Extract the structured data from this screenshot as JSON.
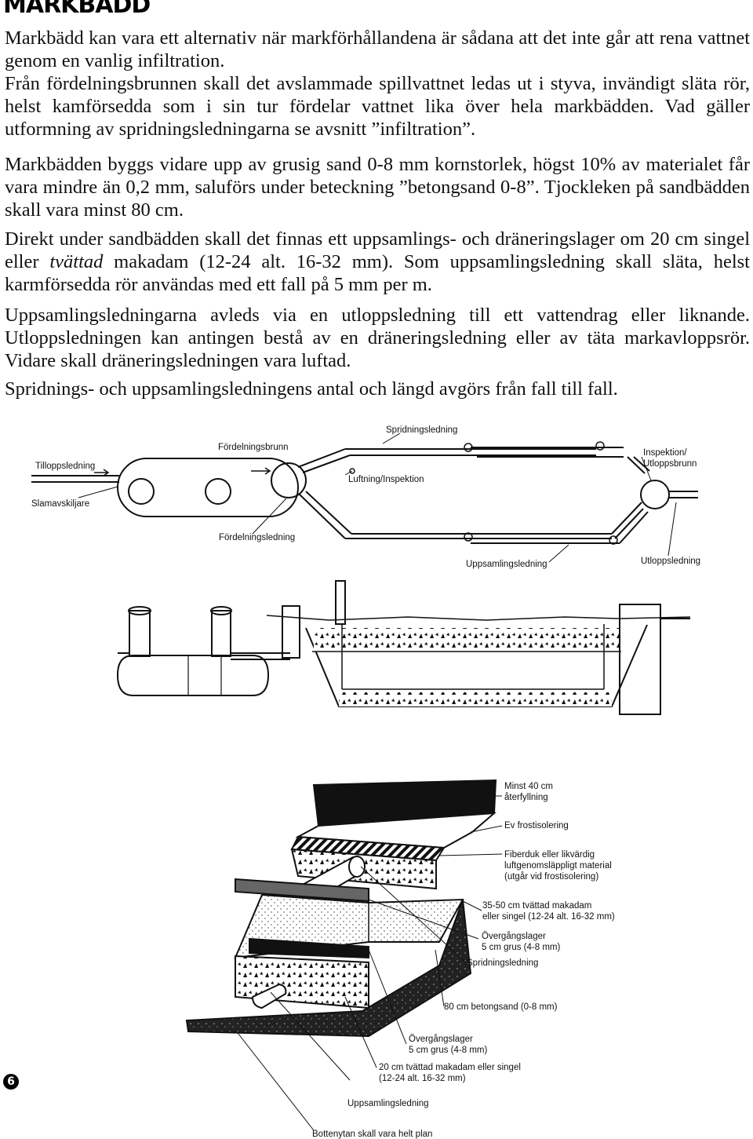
{
  "heading": "MARKBÄDD",
  "paragraphs": {
    "p1": "Markbädd kan vara ett alternativ när markförhållandena är sådana att det inte går att rena vattnet genom en vanlig infiltration.",
    "p2": "Från fördelningsbrunnen skall det avslammade spillvattnet ledas ut i styva, invändigt släta rör, helst kamförsedda som i sin tur fördelar vattnet lika över hela markbädden. Vad gäller utformning av spridningsledningarna se avsnitt ”infiltration”.",
    "p3": "Markbädden byggs vidare upp av grusig sand 0-8 mm kornstorlek, högst 10% av materialet får vara mindre än 0,2 mm, saluförs under beteckning ”betongsand 0-8”. Tjockleken på sandbädden skall vara minst 80 cm.",
    "p4_before": "Direkt under sandbädden skall det finnas ett uppsamlings- och dräneringslager om 20 cm singel eller ",
    "p4_emphasis": "tvättad",
    "p4_after": " makadam (12-24 alt. 16-32 mm). Som uppsamlingsledning skall släta, helst karmförsedda rör användas med ett fall på 5 mm per m.",
    "p5": "Uppsamlingsledningarna avleds via en utloppsledning till ett vattendrag eller liknande. Utloppsledningen kan antingen bestå av en dräneringsledning eller av täta markavloppsrör. Vidare skall dräneringsledningen vara luftad.",
    "p6": "Spridnings- och uppsamlingsledningens antal och längd avgörs från fall till fall."
  },
  "plan_diagram": {
    "spridningsledning": "Spridningsledning",
    "fordelningsbrunn": "Fördelningsbrunn",
    "tilloppsledning": "Tilloppsledning",
    "inspektion_line1": "Inspektion/",
    "inspektion_line2": "Utloppsbrunn",
    "luftning": "Luftning/Inspektion",
    "slamavskiljare": "Slamavskiljare",
    "fordelningsledning": "Fördelningsledning",
    "uppsamlingsledning": "Uppsamlingsledning",
    "utloppsledning": "Utloppsledning"
  },
  "layer_diagram": {
    "minst_line1": "Minst 40 cm",
    "minst_line2": "återfyllning",
    "frostisolering": "Ev frostisolering",
    "fiberduk_line1": "Fiberduk eller likvärdig",
    "fiberduk_line2": "luftgenomsläppligt material",
    "fiberduk_line3": "(utgår vid frostisolering)",
    "makadam_line1": "35-50 cm tvättad makadam",
    "makadam_line2": "eller singel (12-24 alt. 16-32 mm)",
    "overgang_top_line1": "Övergångslager",
    "overgang_top_line2": "5 cm grus (4-8 mm)",
    "spridningsledning": "Spridningsledning",
    "betongsand": "80 cm betongsand (0-8 mm)",
    "overgang_bottom_line1": "Övergångslager",
    "overgang_bottom_line2": "5 cm grus (4-8 mm)",
    "singel_line1": "20 cm tvättad makadam eller singel",
    "singel_line2": "(12-24 alt. 16-32 mm)",
    "uppsamlingsledning": "Uppsamlingsledning",
    "bottenytan": "Bottenytan skall vara helt plan"
  },
  "page_number": "6"
}
